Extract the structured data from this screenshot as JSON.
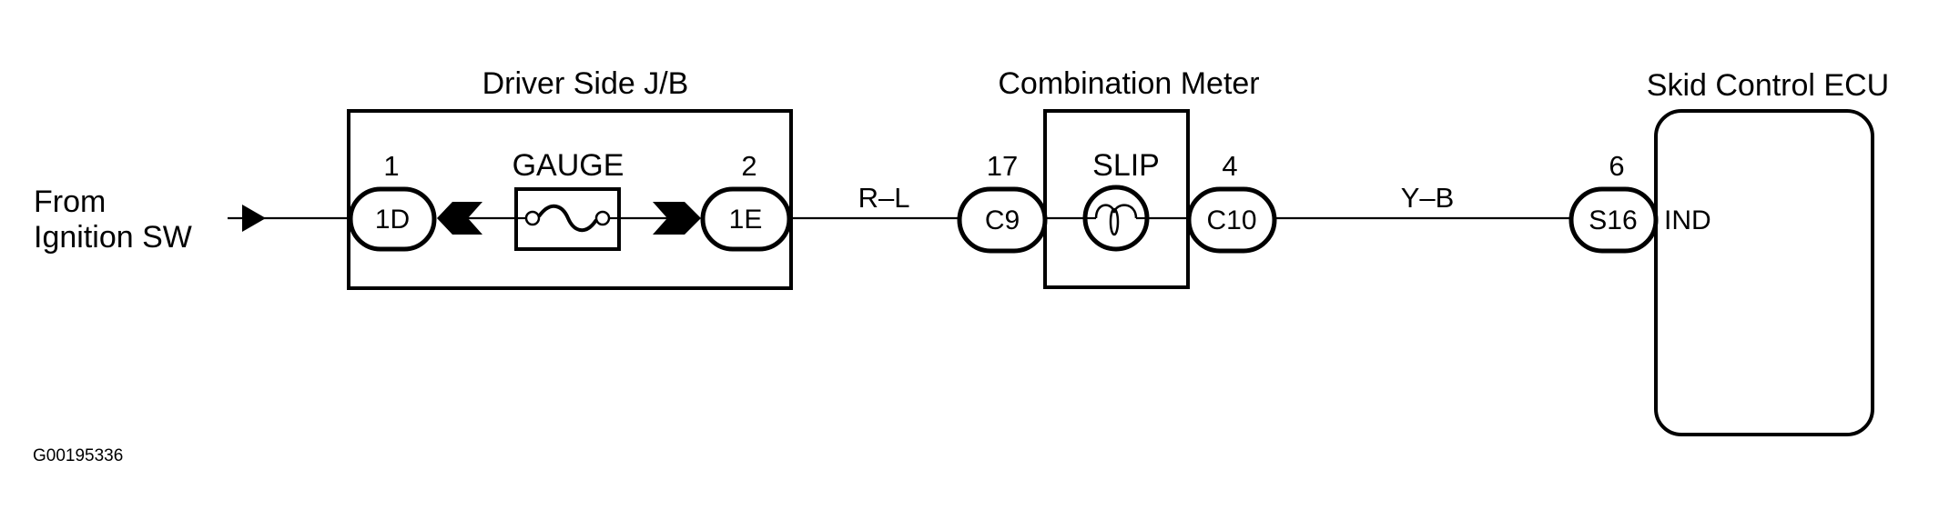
{
  "diagram": {
    "source": {
      "line1": "From",
      "line2": "Ignition SW"
    },
    "components": {
      "junction_block": {
        "title": "Driver Side J/B",
        "fuse_label": "GAUGE",
        "pin_in": "1",
        "connector_in": "1D",
        "pin_out": "2",
        "connector_out": "1E"
      },
      "combination_meter": {
        "title": "Combination Meter",
        "lamp_label": "SLIP",
        "pin_in": "17",
        "connector_in": "C9",
        "pin_out": "4",
        "connector_out": "C10"
      },
      "skid_control_ecu": {
        "title": "Skid Control ECU",
        "pin": "6",
        "connector": "S16",
        "terminal": "IND"
      }
    },
    "wires": [
      {
        "id": "jb-to-meter",
        "color_code": "R–L"
      },
      {
        "id": "meter-to-ecu",
        "color_code": "Y–B"
      }
    ],
    "figure_code": "G00195336",
    "icons": {
      "source_arrow": "arrow-right-icon",
      "fuse": "fuse-icon",
      "lamp": "bulb-icon",
      "connector_left": "connector-chevron-icon",
      "connector_right": "connector-chevron-icon"
    },
    "colors": {
      "ink": "#000000",
      "background": "#ffffff"
    }
  }
}
